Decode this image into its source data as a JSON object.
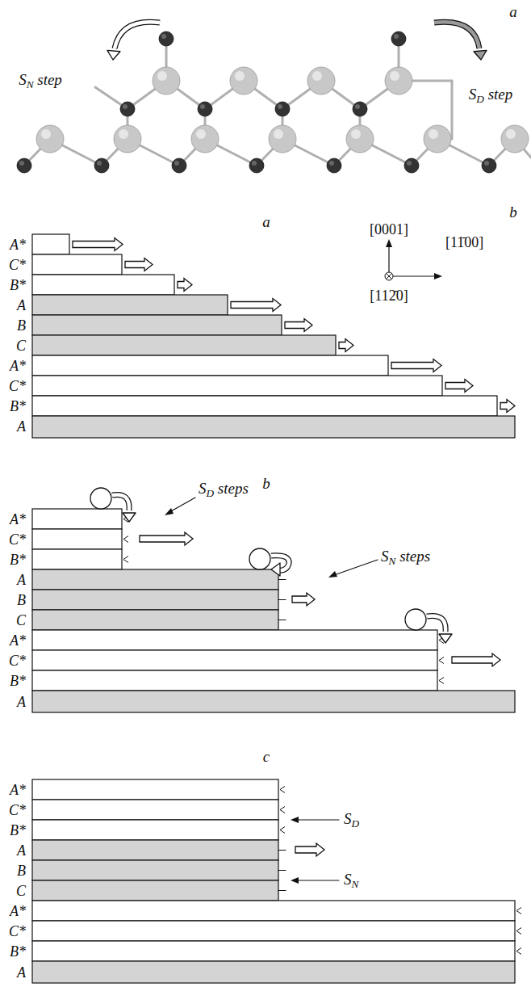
{
  "diagram": {
    "labels": [
      "a",
      "SN step",
      "SD step",
      "b",
      "a",
      "[0001]",
      "[11̄00]",
      "[112̄0]",
      "A*",
      "C*",
      "B*",
      "A",
      "B",
      "C",
      "A*",
      "C*",
      "B*",
      "A",
      "b",
      "SD steps",
      "SN steps",
      "A*",
      "C*",
      "B*",
      "A",
      "B",
      "C",
      "A*",
      "C*",
      "B*",
      "A",
      "c",
      "A*",
      "C*",
      "B*",
      "A",
      "B",
      "C",
      "A*",
      "C*",
      "B*",
      "A",
      "SD",
      "SN"
    ]
  }
}
